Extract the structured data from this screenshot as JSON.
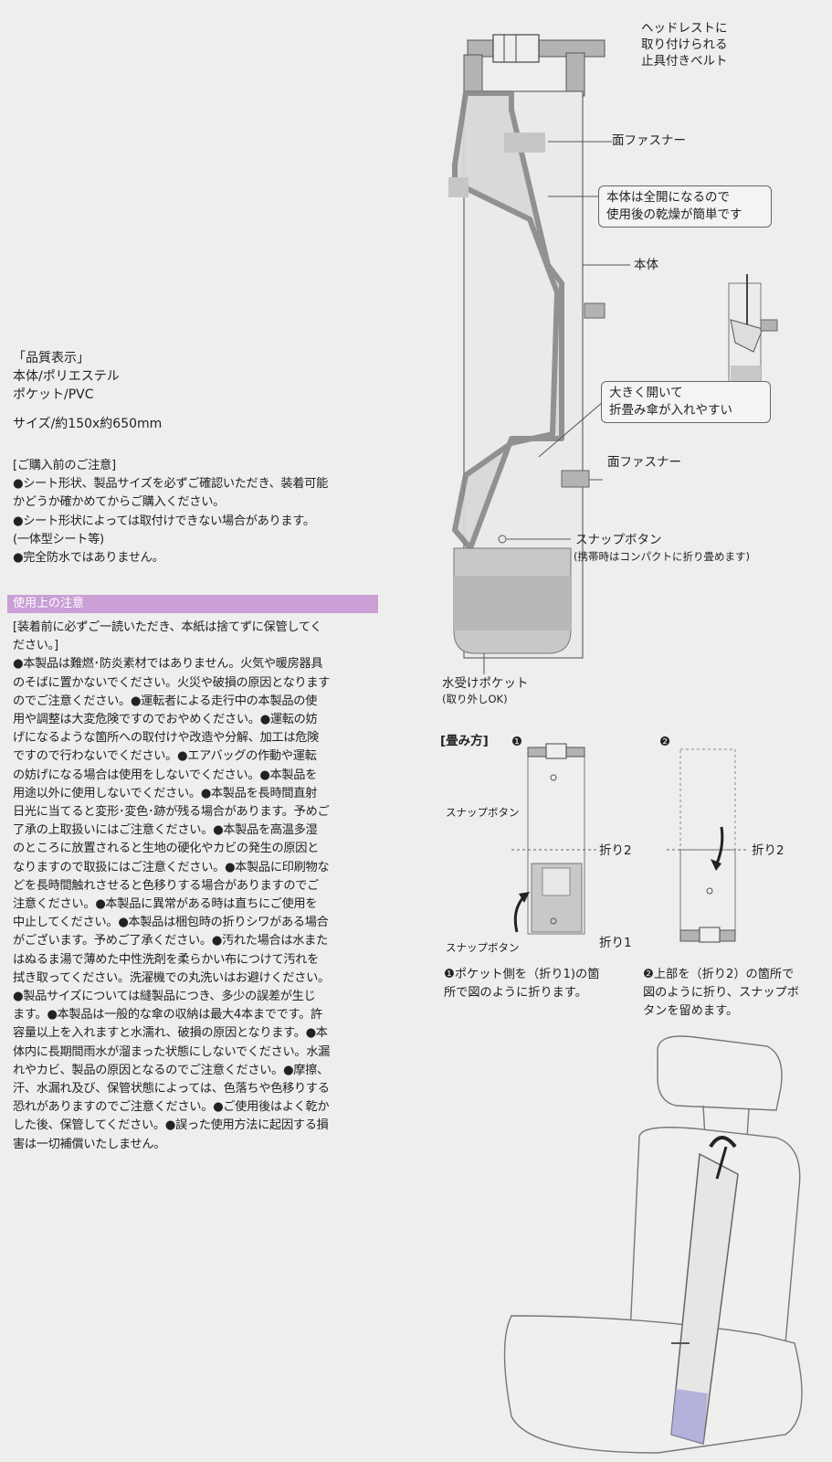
{
  "quality": {
    "heading": "「品質表示」",
    "lines": [
      "本体/ポリエステル",
      "ポケット/PVC"
    ],
    "size": "サイズ/約150x約650mm"
  },
  "notice": {
    "heading": "[ご購入前のご注意]",
    "lines": [
      "●シート形状、製品サイズを必ずご確認いただき、装着可能",
      "かどうか確かめてからご購入ください。",
      "●シート形状によっては取付けできない場合があります。",
      "(一体型シート等)",
      "●完全防水ではありません。"
    ]
  },
  "usage": {
    "bar_label": "使用上の注意",
    "bar_color": "#c99fd6",
    "lines": [
      "[装着前に必ずご一読いただき、本紙は捨てずに保管してく",
      "ださい。]",
      "●本製品は難燃･防炎素材ではありません。火気や暖房器具",
      "のそばに置かないでください。火災や破損の原因となります",
      "のでご注意ください。●運転者による走行中の本製品の使",
      "用や調整は大変危険ですのでおやめください。●運転の妨",
      "げになるような箇所への取付けや改造や分解、加工は危険",
      "ですので行わないでください。●エアバッグの作動や運転",
      "の妨げになる場合は使用をしないでください。●本製品を",
      "用途以外に使用しないでください。●本製品を長時間直射",
      "日光に当てると変形･変色･跡が残る場合があります。予めご",
      "了承の上取扱いにはご注意ください。●本製品を高温多湿",
      "のところに放置されると生地の硬化やカビの発生の原因と",
      "なりますので取扱にはご注意ください。●本製品に印刷物な",
      "どを長時間触れさせると色移りする場合がありますのでご",
      "注意ください。●本製品に異常がある時は直ちにご使用を",
      "中止してください。●本製品は梱包時の折りシワがある場合",
      "がございます。予めご了承ください。●汚れた場合は水また",
      "はぬるま湯で薄めた中性洗剤を柔らかい布につけて汚れを",
      "拭き取ってください。洗濯機での丸洗いはお避けください。",
      "●製品サイズについては縫製品につき、多少の誤差が生じ",
      "ます。●本製品は一般的な傘の収納は最大4本までです。許",
      "容量以上を入れますと水濡れ、破損の原因となります。●本",
      "体内に長期間雨水が溜まった状態にしないでください。水漏",
      "れやカビ、製品の原因となるのでご注意ください。●摩擦、",
      "汗、水漏れ及び、保管状態によっては、色落ちや色移りする",
      "恐れがありますのでご注意ください。●ご使用後はよく乾か",
      "した後、保管してください。●誤った使用方法に起因する損",
      "害は一切補償いたしません。"
    ]
  },
  "diagram": {
    "belt_label": [
      "ヘッドレストに",
      "取り付けられる",
      "止具付きベルト"
    ],
    "velcro_top": "面ファスナー",
    "open_callout": [
      "本体は全開になるので",
      "使用後の乾燥が簡単です"
    ],
    "body_label": "本体",
    "wide_callout": [
      "大きく開いて",
      "折畳み傘が入れやすい"
    ],
    "velcro_mid": "面ファスナー",
    "snap_label": "スナップボタン",
    "snap_note": "(携帯時はコンパクトに折り畳めます)",
    "pocket_label": "水受けポケット",
    "pocket_note": "(取り外しOK)"
  },
  "folding": {
    "heading": "[畳み方]",
    "step1_marker": "❶",
    "step2_marker": "❷",
    "snap_a": "スナップボタン",
    "snap_b": "スナップボタン",
    "fold2_a": "折り2",
    "fold1": "折り1",
    "fold2_b": "折り2",
    "step1_text": [
      "❶ポケット側を（折り1)の箇",
      "所で図のように折ります。"
    ],
    "step2_text": [
      "❷上部を（折り2）の箇所で",
      "図のように折り、スナップボ",
      "タンを留めます。"
    ]
  }
}
